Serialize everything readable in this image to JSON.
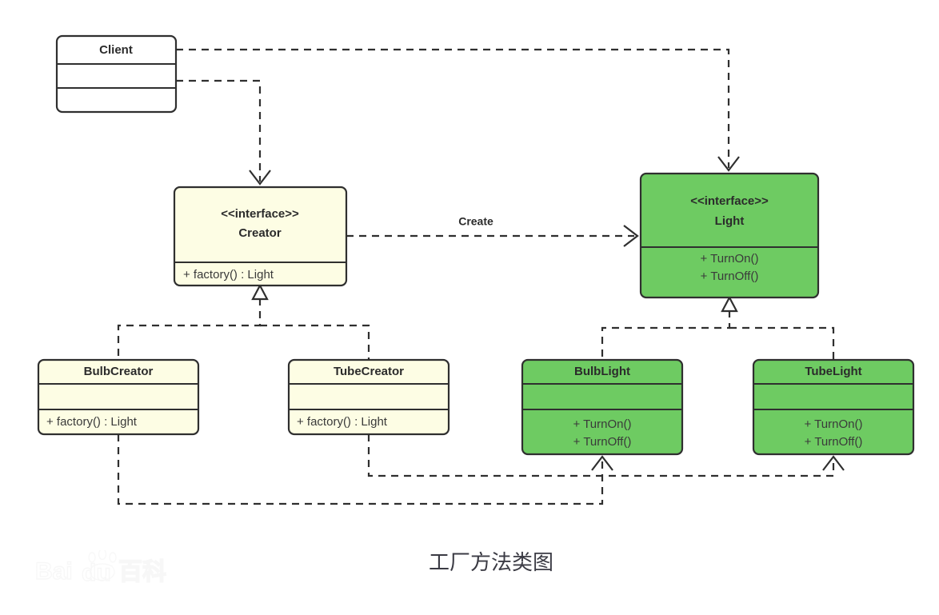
{
  "diagram": {
    "caption": "工厂方法类图",
    "watermark": "Baidu 百科",
    "colors": {
      "interface_fill": "#fdfde4",
      "concrete_green": "#6ecb62",
      "plain_white": "#ffffff",
      "stroke": "#2f2f2f",
      "text": "#2b2b2b"
    },
    "nodes": [
      {
        "id": "client",
        "title": "Client",
        "stereotype": "",
        "fill": "#ffffff",
        "compartments": [
          [],
          []
        ]
      },
      {
        "id": "creator",
        "title": "Creator",
        "stereotype": "<<interface>>",
        "fill": "#fdfde4",
        "compartments": [
          [
            "+ factory()  :  Light"
          ]
        ]
      },
      {
        "id": "light",
        "title": "Light",
        "stereotype": "<<interface>>",
        "fill": "#6ecb62",
        "compartments": [
          [
            "+ TurnOn()",
            "+ TurnOff()"
          ]
        ]
      },
      {
        "id": "bulbcreator",
        "title": "BulbCreator",
        "stereotype": "",
        "fill": "#fdfde4",
        "compartments": [
          [],
          [
            "+ factory()  :  Light"
          ]
        ]
      },
      {
        "id": "tubecreator",
        "title": "TubeCreator",
        "stereotype": "",
        "fill": "#fdfde4",
        "compartments": [
          [],
          [
            "+ factory()  :  Light"
          ]
        ]
      },
      {
        "id": "bulblight",
        "title": "BulbLight",
        "stereotype": "",
        "fill": "#6ecb62",
        "compartments": [
          [],
          [
            "+ TurnOn()",
            "+ TurnOff()"
          ]
        ]
      },
      {
        "id": "tubelight",
        "title": "TubeLight",
        "stereotype": "",
        "fill": "#6ecb62",
        "compartments": [
          [],
          [
            "+ TurnOn()",
            "+ TurnOff()"
          ]
        ]
      }
    ],
    "edges": [
      {
        "id": "client-light",
        "label": "",
        "kind": "dependency",
        "from": "client",
        "to": "light"
      },
      {
        "id": "client-creator",
        "label": "",
        "kind": "dependency",
        "from": "client",
        "to": "creator"
      },
      {
        "id": "creator-light",
        "label": "Create",
        "kind": "dependency",
        "from": "creator",
        "to": "light"
      },
      {
        "id": "bulbcreator-creator",
        "label": "",
        "kind": "realization",
        "from": "bulbcreator",
        "to": "creator"
      },
      {
        "id": "tubecreator-creator",
        "label": "",
        "kind": "realization",
        "from": "tubecreator",
        "to": "creator"
      },
      {
        "id": "bulblight-light",
        "label": "",
        "kind": "realization",
        "from": "bulblight",
        "to": "light"
      },
      {
        "id": "tubelight-light",
        "label": "",
        "kind": "realization",
        "from": "tubelight",
        "to": "light"
      },
      {
        "id": "bulbcreator-bulblight",
        "label": "",
        "kind": "dependency",
        "from": "bulbcreator",
        "to": "bulblight"
      },
      {
        "id": "tubecreator-tubelight",
        "label": "",
        "kind": "dependency",
        "from": "tubecreator",
        "to": "tubelight"
      }
    ]
  }
}
